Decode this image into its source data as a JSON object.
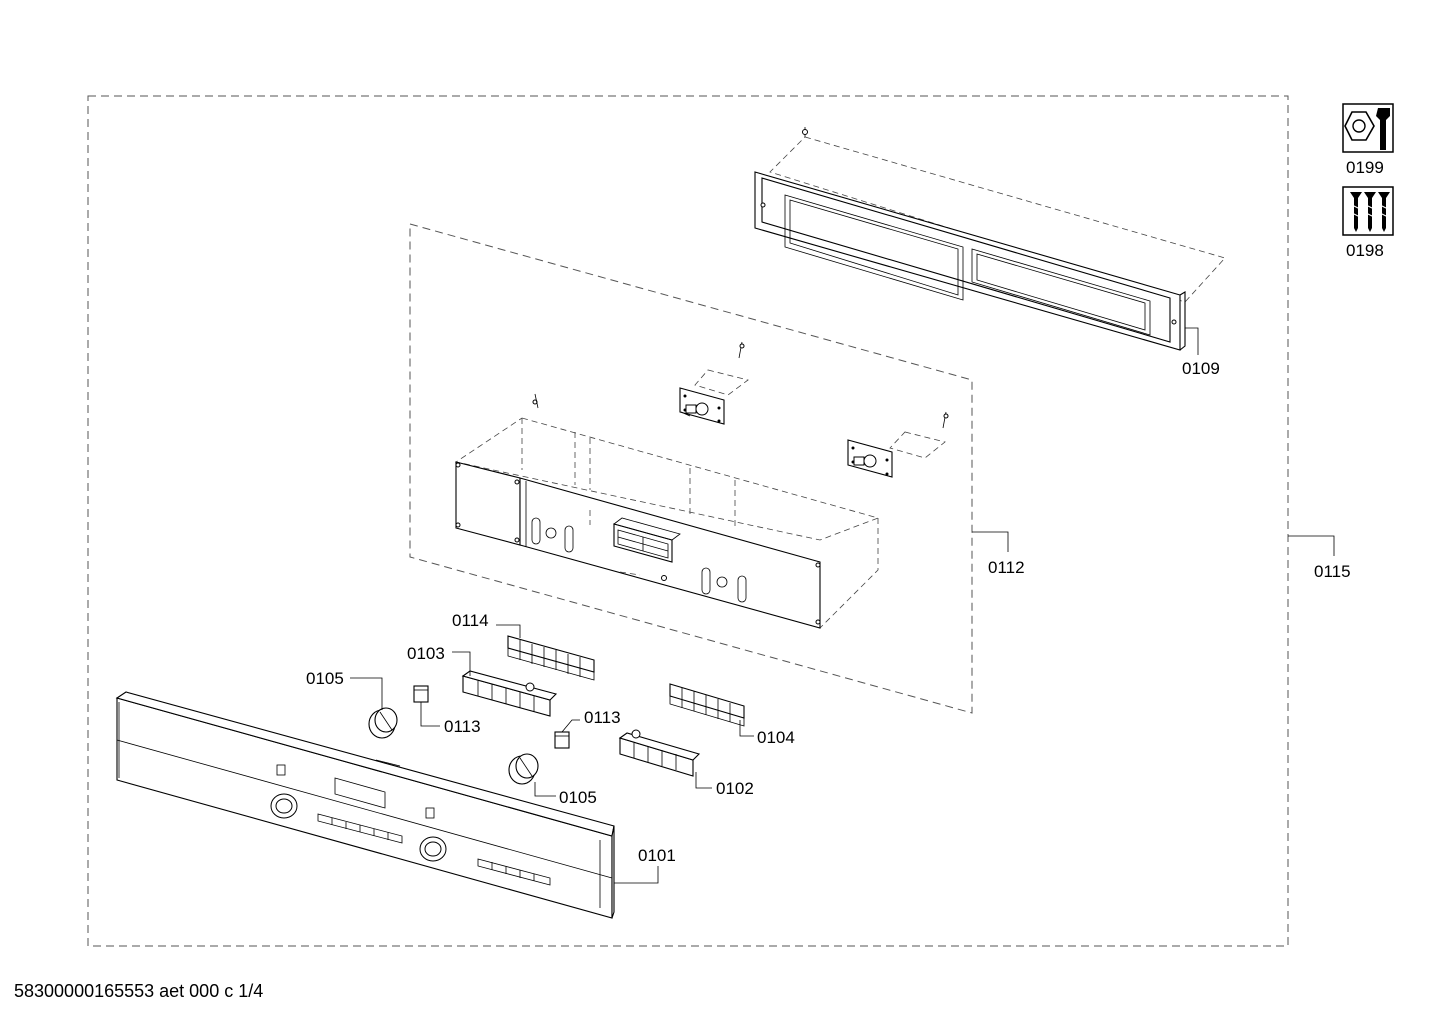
{
  "labels": {
    "p0199": "0199",
    "p0198": "0198",
    "p0109": "0109",
    "p0112": "0112",
    "p0115": "0115",
    "p0114": "0114",
    "p0103": "0103",
    "p0105a": "0105",
    "p0113a": "0113",
    "p0113b": "0113",
    "p0104": "0104",
    "p0105b": "0105",
    "p0102": "0102",
    "p0101": "0101"
  },
  "footer": "58300000165553 aet 000 c 1/4",
  "icons": {
    "tool_icon": "nut-and-wrench-icon",
    "screws_icon": "screws-icon"
  }
}
